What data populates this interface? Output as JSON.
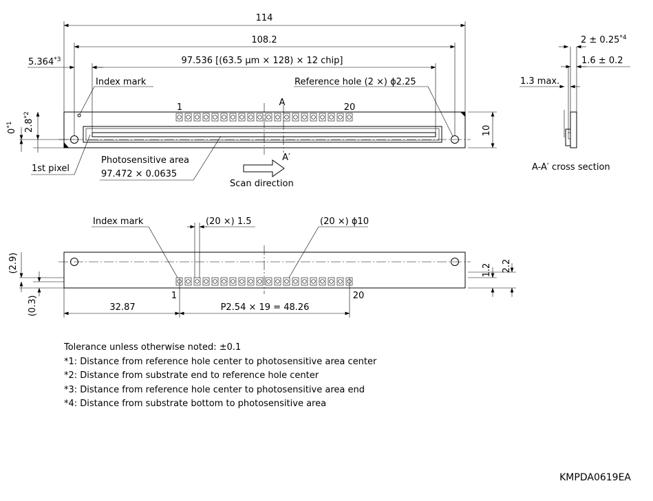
{
  "top_view": {
    "dim_overall": "114",
    "dim_holes": "108.2",
    "dim_hole_to_area_end": "5.364",
    "dim_hole_to_area_end_mark": "*3",
    "dim_active": "97.536 [(63.5 µm × 128) × 12 chip]",
    "dim_zero": "0",
    "dim_zero_mark": "*1",
    "dim_hole_height": "2.8",
    "dim_hole_height_mark": "*2",
    "dim_height": "10",
    "index_mark_label": "Index mark",
    "ref_hole_label": "Reference hole (2 ×) ϕ2.25",
    "section_a": "A",
    "section_a_prime": "A′",
    "pin_first": "1",
    "pin_last": "20",
    "first_pixel_label": "1st pixel",
    "photo_area_label": "Photosensitive area",
    "photo_area_size": "97.472 × 0.0635",
    "scan_direction_label": "Scan direction"
  },
  "cross_section": {
    "dim_bottom_to_area": "2 ± 0.25",
    "dim_bottom_to_area_mark": "*4",
    "dim_thickness": "1.6 ± 0.2",
    "dim_max": "1.3 max.",
    "caption": "A-A′ cross section"
  },
  "bottom_view": {
    "index_mark_label": "Index mark",
    "pin_width": "(20 ×) 1.5",
    "pin_hole": "(20 ×) ϕ10",
    "dim_29": "(2.9)",
    "dim_03": "(0.3)",
    "dim_12": "1.2",
    "dim_22": "2.2",
    "dim_offset": "32.87",
    "dim_pitch": "P2.54 × 19 = 48.26",
    "pin_first": "1",
    "pin_last": "20"
  },
  "notes": [
    "Tolerance unless otherwise noted: ±0.1",
    "*1: Distance from reference hole center to photosensitive area center",
    "*2: Distance from substrate end to reference hole center",
    "*3: Distance from reference hole center to photosensitive area end",
    "*4: Distance from substrate bottom to photosensitive area"
  ],
  "drawing_code": "KMPDA0619EA"
}
